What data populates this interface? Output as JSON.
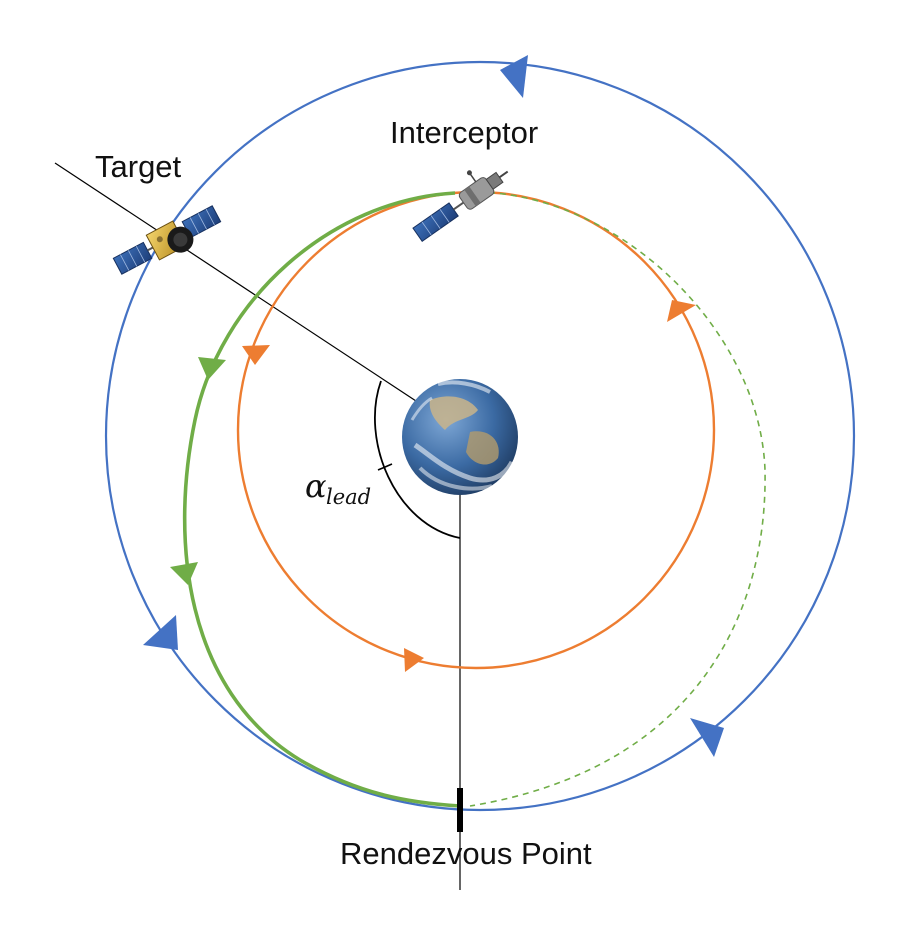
{
  "labels": {
    "target": "Target",
    "interceptor": "Interceptor",
    "rendezvous": "Rendezvous Point",
    "angle_symbol": "α",
    "angle_subscript": "lead"
  },
  "colors": {
    "target_orbit": "#4472c4",
    "interceptor_orbit": "#ed7d31",
    "transfer_path": "#70ad47",
    "line": "#000000",
    "earth_ocean": "#2f5a8f"
  },
  "icons": {
    "earth": "earth-globe-icon",
    "target_spacecraft": "satellite-icon",
    "interceptor_spacecraft": "satellite-icon"
  }
}
